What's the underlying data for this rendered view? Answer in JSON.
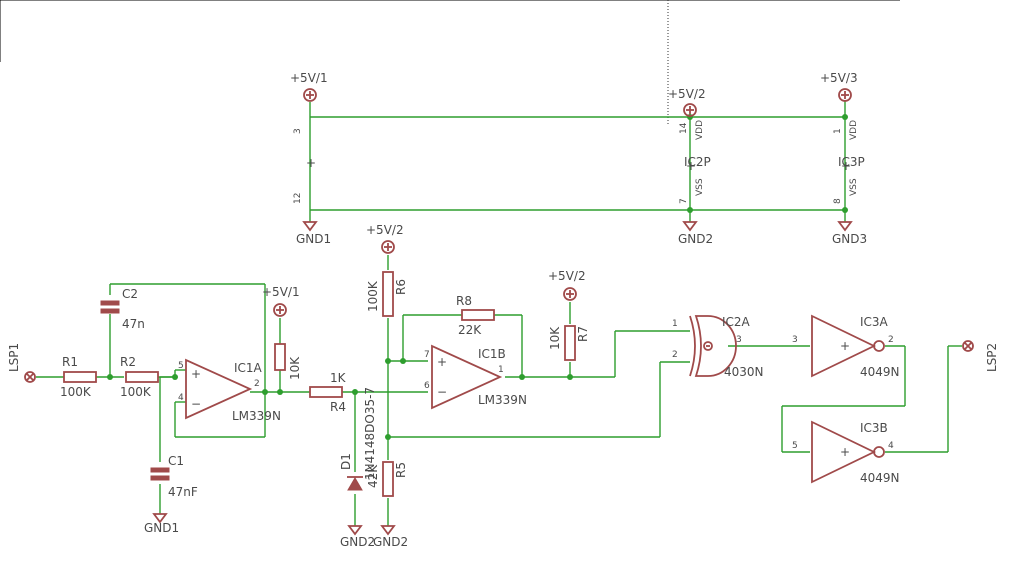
{
  "power": {
    "p5v1_top": "+5V/1",
    "p5v2_top": "+5V/2",
    "p5v3_top": "+5V/3",
    "gnd1_top": "GND1",
    "gnd2_top": "GND2",
    "gnd3_top": "GND3",
    "pin3": "3",
    "pin12": "12",
    "plus": "+",
    "ic2p_pin14": "14",
    "ic2p_pin7": "7",
    "ic3p_pin1": "1",
    "ic3p_pin8": "8",
    "vdd": "VDD",
    "vss": "VSS",
    "ic2p": "IC2P",
    "ic3p": "IC3P"
  },
  "components": {
    "lsp1": "LSP1",
    "lsp2": "LSP2",
    "r1": "R1",
    "r1_val": "100K",
    "r2": "R2",
    "r2_val": "100K",
    "c2": "C2",
    "c2_val": "47n",
    "c1": "C1",
    "c1_val": "47nF",
    "gnd1_bottom": "GND1",
    "ic1a": "IC1A",
    "ic1a_part": "LM339N",
    "ic1a_pin5": "5",
    "ic1a_pin4": "4",
    "ic1a_pin2": "2",
    "p5v1_mid": "+5V/1",
    "r3_val": "10K",
    "r4": "R4",
    "r4_val": "1K",
    "p5v2_mid": "+5V/2",
    "r6": "R6",
    "r6_val": "100K",
    "r8": "R8",
    "r8_val": "22K",
    "ic1b": "IC1B",
    "ic1b_part": "LM339N",
    "ic1b_pin7": "7",
    "ic1b_pin6": "6",
    "ic1b_pin1": "1",
    "d1": "D1",
    "d1_part": "1N4148DO35-7",
    "r5": "R5",
    "r5_val": "42K",
    "gnd2_bottom_a": "GND2",
    "gnd2_bottom_b": "GND2",
    "p5v2_right": "+5V/2",
    "r7": "R7",
    "r7_val": "10K",
    "ic2a": "IC2A",
    "ic2a_part": "4030N",
    "ic2a_pin1": "1",
    "ic2a_pin2": "2",
    "ic2a_pin3": "3",
    "ic3a": "IC3A",
    "ic3a_part": "4049N",
    "ic3a_pin3": "3",
    "ic3a_pin2": "2",
    "ic3b": "IC3B",
    "ic3b_part": "4049N",
    "ic3b_pin5": "5",
    "ic3b_pin4": "4",
    "plus": "+",
    "minus": "−"
  }
}
